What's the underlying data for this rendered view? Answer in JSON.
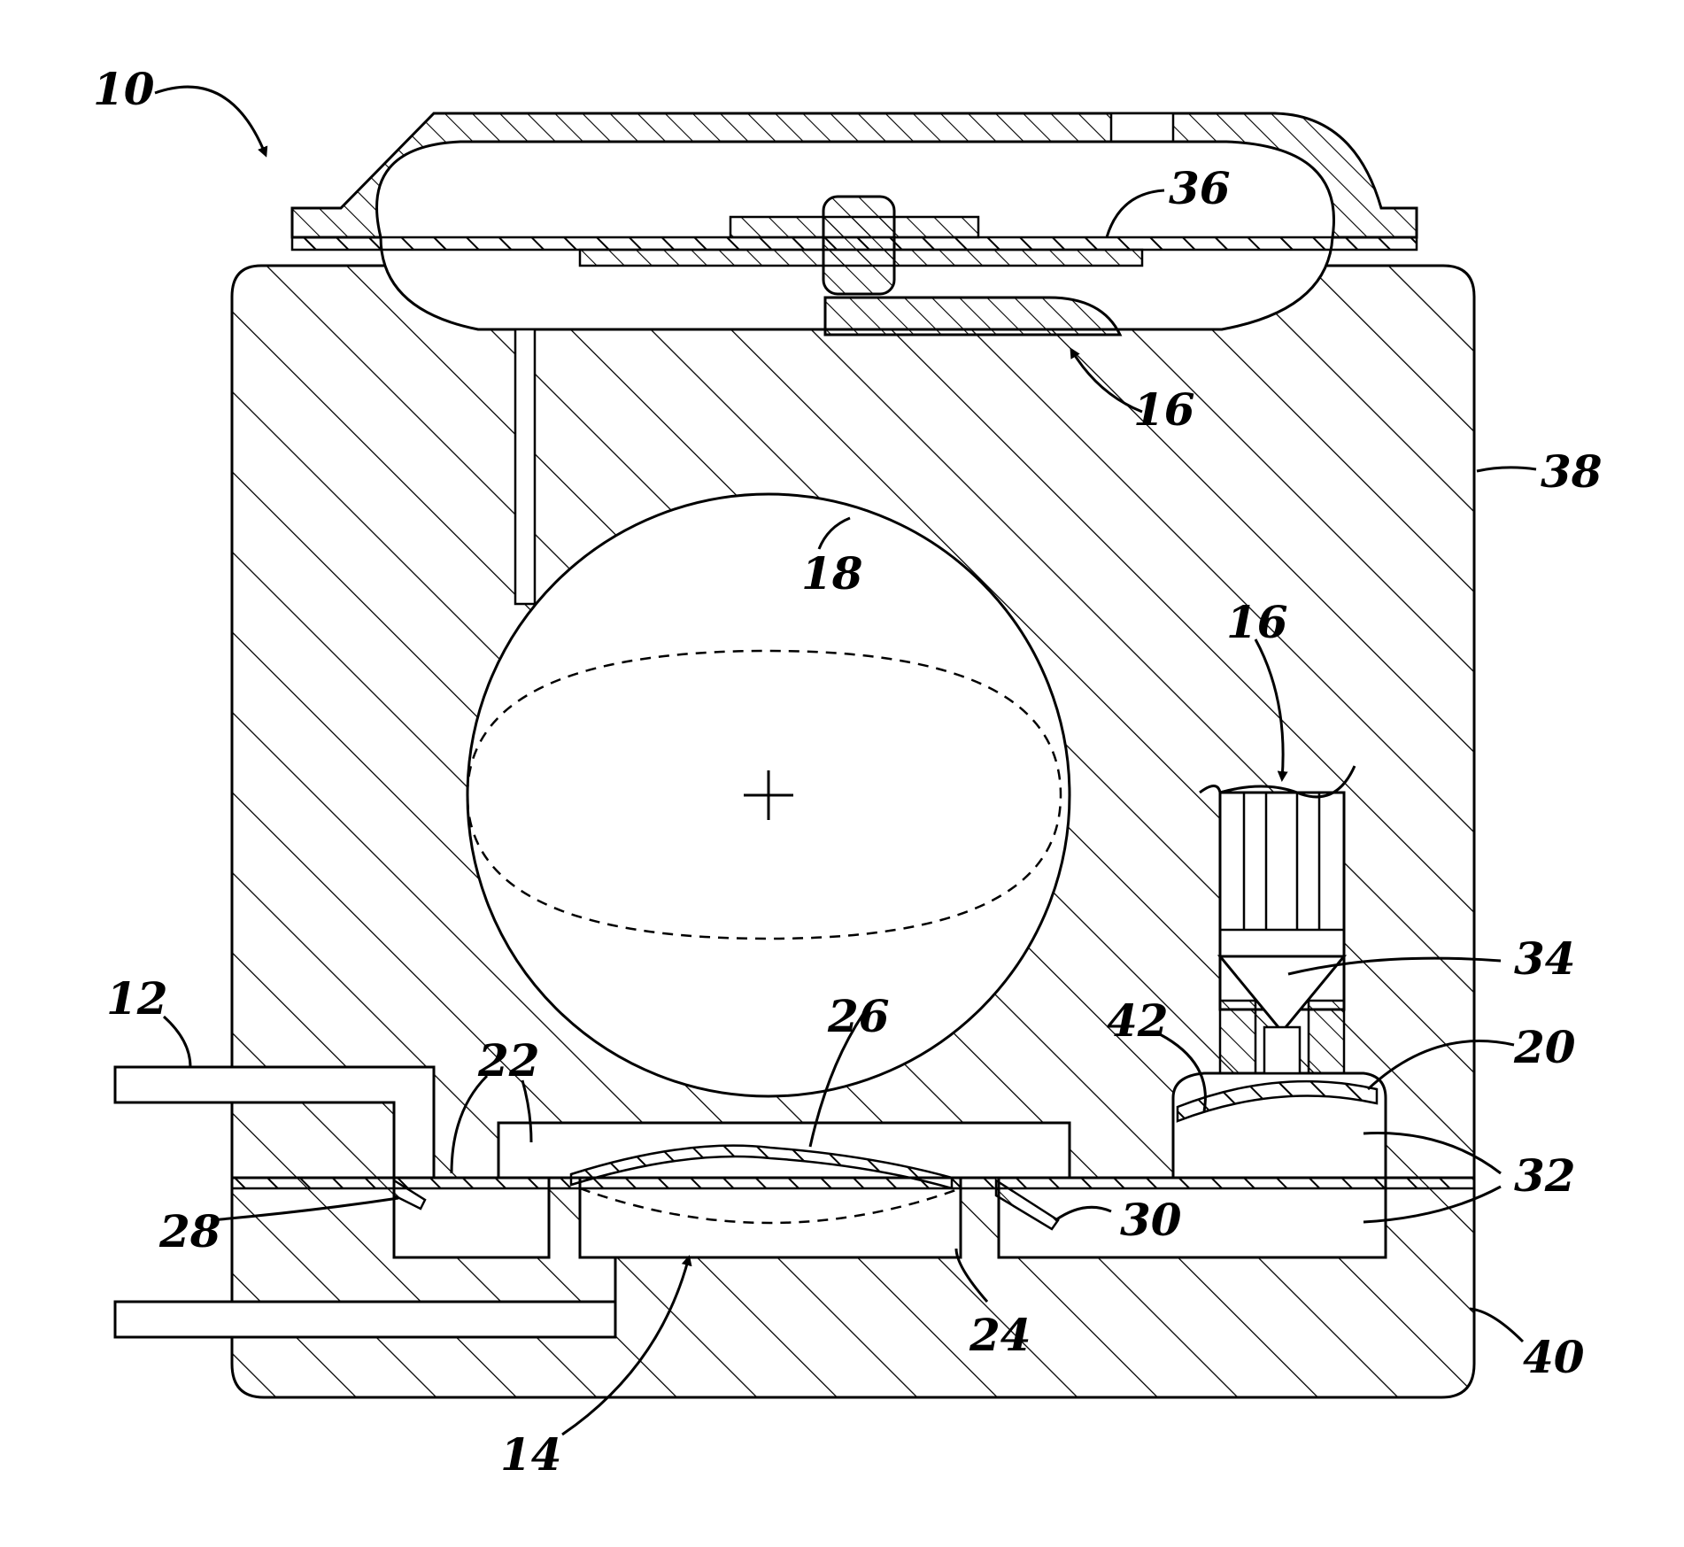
{
  "figure": {
    "reference_labels": {
      "r10": "10",
      "r12": "12",
      "r14": "14",
      "r16_top": "16",
      "r16_right": "16",
      "r18": "18",
      "r20": "20",
      "r22": "22",
      "r24": "24",
      "r26": "26",
      "r28": "28",
      "r30": "30",
      "r32": "32",
      "r34": "34",
      "r36": "36",
      "r38": "38",
      "r40": "40",
      "r42": "42"
    },
    "colors": {
      "ink": "#000000",
      "paper": "#ffffff"
    }
  }
}
